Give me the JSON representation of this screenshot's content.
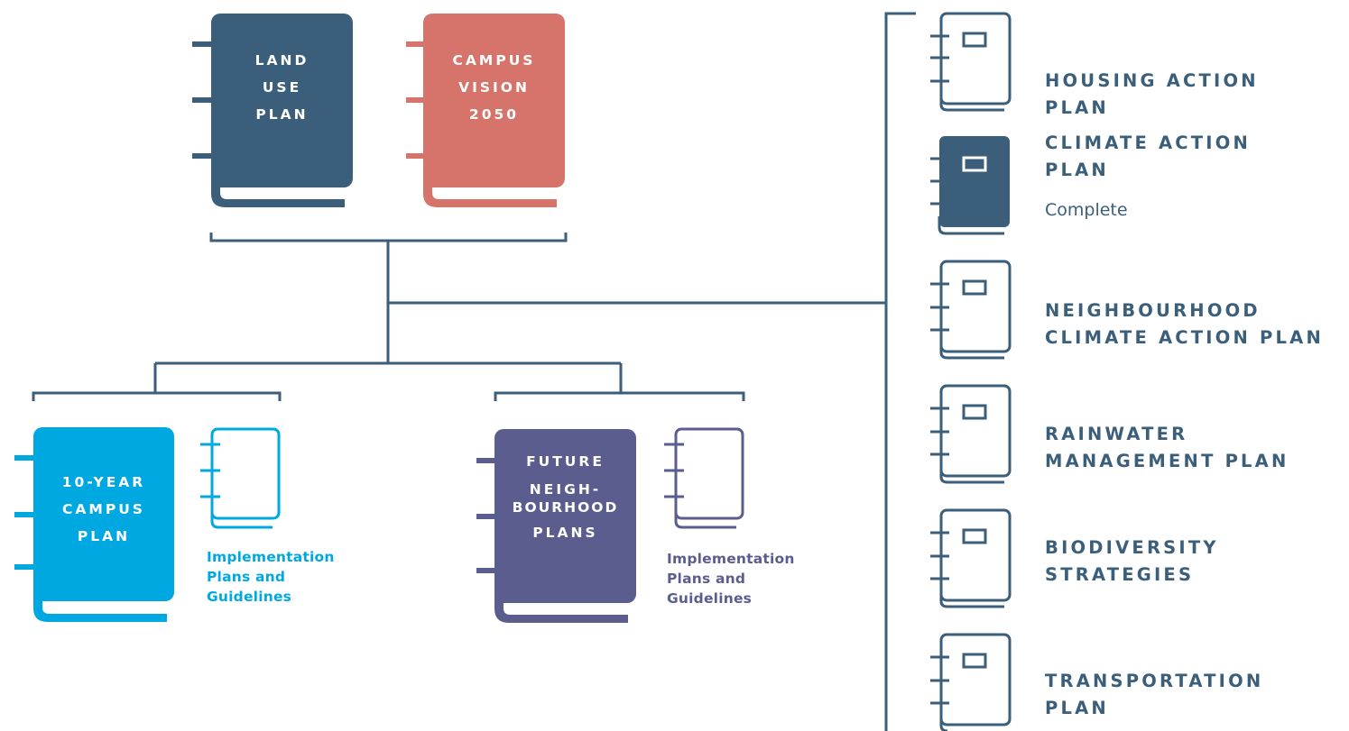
{
  "colors": {
    "navy": "#3b5f7b",
    "coral": "#d6736a",
    "cyan": "#00a8e1",
    "purple": "#5b5d8f"
  },
  "top_books": {
    "land_use_plan": [
      "LAND",
      "USE",
      "PLAN"
    ],
    "campus_vision": [
      "CAMPUS",
      "VISION",
      "2050"
    ]
  },
  "bottom_books": {
    "campus_plan": [
      "10-YEAR",
      "CAMPUS",
      "PLAN"
    ],
    "neighbourhood_plans": [
      "FUTURE",
      "NEIGH-",
      "BOURHOOD",
      "PLANS"
    ]
  },
  "implementation": {
    "campus": [
      "Implementation",
      "Plans and",
      "Guidelines"
    ],
    "neighbourhood": [
      "Implementation",
      "Plans and",
      "Guidelines"
    ]
  },
  "side_plans": [
    {
      "lines": [
        "HOUSING ACTION",
        "PLAN"
      ],
      "status": ""
    },
    {
      "lines": [
        "CLIMATE ACTION",
        "PLAN"
      ],
      "status": "Complete"
    },
    {
      "lines": [
        "NEIGHBOURHOOD",
        "CLIMATE ACTION PLAN"
      ],
      "status": ""
    },
    {
      "lines": [
        "RAINWATER",
        "MANAGEMENT PLAN"
      ],
      "status": ""
    },
    {
      "lines": [
        "BIODIVERSITY",
        "STRATEGIES"
      ],
      "status": ""
    },
    {
      "lines": [
        "TRANSPORTATION",
        "PLAN"
      ],
      "status": ""
    }
  ]
}
